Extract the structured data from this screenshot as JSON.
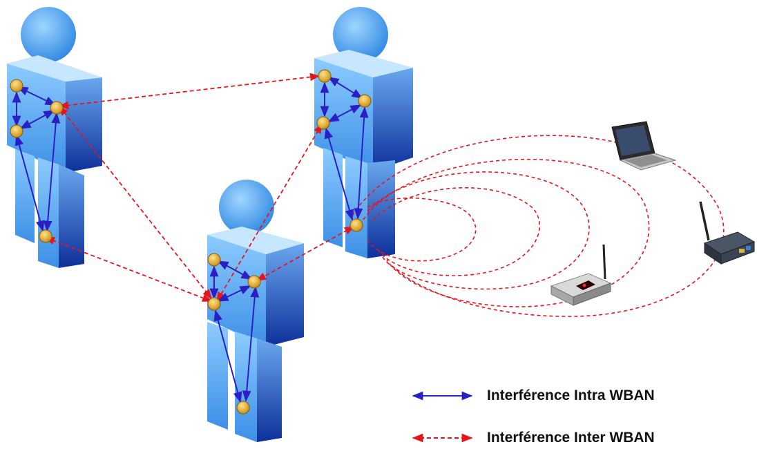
{
  "legend": {
    "intra": {
      "label": "Interférence Intra WBAN",
      "color": "#2a1fc4",
      "style": "solid-double-arrow"
    },
    "inter": {
      "label": "Interférence Inter WBAN",
      "color": "#e8141c",
      "style": "dashed-double-arrow"
    }
  },
  "figures": [
    "person-1",
    "person-2",
    "person-3"
  ],
  "devices": [
    "laptop-icon",
    "router-icon",
    "access-point-icon"
  ],
  "colors": {
    "body_light": "#9fd2ff",
    "body_dark": "#1f55c8",
    "head": "#4fa8f2",
    "sensor": "#e0a823"
  }
}
